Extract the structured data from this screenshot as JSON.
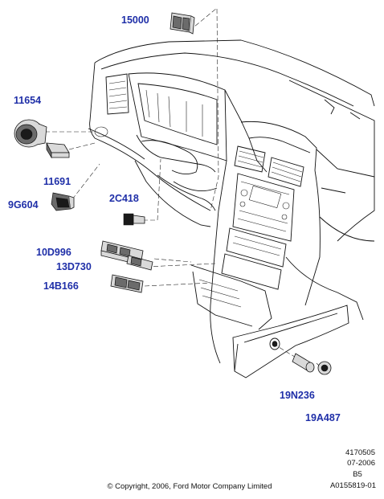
{
  "callouts": [
    {
      "id": "c15000",
      "text": "15000"
    },
    {
      "id": "c11654",
      "text": "11654"
    },
    {
      "id": "c11691",
      "text": "11691"
    },
    {
      "id": "c9G604",
      "text": "9G604"
    },
    {
      "id": "c2C418",
      "text": "2C418"
    },
    {
      "id": "c10D996",
      "text": "10D996"
    },
    {
      "id": "c13D730",
      "text": "13D730"
    },
    {
      "id": "c14B166",
      "text": "14B166"
    },
    {
      "id": "c19N236",
      "text": "19N236"
    },
    {
      "id": "c19A487",
      "text": "19A487"
    }
  ],
  "reference": {
    "number": "4170505",
    "date": "07-2006",
    "code": "B5",
    "illustration_id": "A0155819-01"
  },
  "copyright": "© Copyright, 2006, Ford Motor Company Limited",
  "colors": {
    "label": "#1f2fa8",
    "lines": "#111111",
    "part_fill": "#d9d9d9"
  }
}
